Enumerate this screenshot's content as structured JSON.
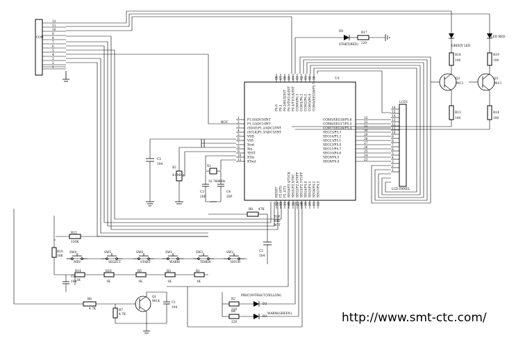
{
  "url": "http://www.smt-ctc.com/",
  "mcu": {
    "ref": "U1",
    "left_pins": [
      {
        "num": "1",
        "name": "P1.0/ADC0/INT"
      },
      {
        "num": "2",
        "name": "P1.1/ADC1/INT"
      },
      {
        "num": "3",
        "name": "(SDAT)P1.2/ADC2/INT"
      },
      {
        "num": "4",
        "name": "(SCLK)P1.3/ADC3/INT"
      },
      {
        "num": "5",
        "name": "VDD"
      },
      {
        "num": "6",
        "name": "VSS"
      },
      {
        "num": "7",
        "name": "Xout"
      },
      {
        "num": "8",
        "name": "Xin"
      },
      {
        "num": "9",
        "name": "TEST"
      },
      {
        "num": "10",
        "name": "XTin"
      },
      {
        "num": "11",
        "name": "XTout"
      }
    ],
    "top_pins": [
      {
        "num": "48",
        "name": "P0.0"
      },
      {
        "num": "47",
        "name": "P0.1"
      },
      {
        "num": "46",
        "name": "P0.2/BUZ/INT"
      },
      {
        "num": "45",
        "name": "P0.3/T0CLK/INT"
      },
      {
        "num": "44",
        "name": "P0.4/T1CLK/INT"
      },
      {
        "num": "43",
        "name": "COM0/P6.3"
      },
      {
        "num": "42",
        "name": "COM1/P6.2"
      },
      {
        "num": "41",
        "name": "COM2/P6.1"
      },
      {
        "num": "40",
        "name": "COM3/P6.0"
      },
      {
        "num": "39",
        "name": "COM4/SEG19/P5.7"
      }
    ],
    "right_pins": [
      {
        "num": "33",
        "name": "COM5/SEG18/P5.6"
      },
      {
        "num": "32",
        "name": "COM6/SEG17/P5.5"
      },
      {
        "num": "31",
        "name": "COM7/SEG16/P5.4"
      },
      {
        "num": "30",
        "name": "SEG15/P5.3"
      },
      {
        "num": "29",
        "name": "SEG14/P5.2"
      },
      {
        "num": "28",
        "name": "SEG13/P5.1"
      },
      {
        "num": "27",
        "name": "SEG12/P5.0"
      },
      {
        "num": "26",
        "name": "SEG11/P4.7"
      },
      {
        "num": "25",
        "name": "SEG10/P4.6"
      },
      {
        "num": "24",
        "name": "SEG9/P4.5"
      },
      {
        "num": "23",
        "name": "SEG8/P4.4"
      }
    ],
    "bottom_pins": [
      {
        "num": "12",
        "name": "RESET"
      },
      {
        "num": "13",
        "name": "P2.0/T0"
      },
      {
        "num": "14",
        "name": "P2.1/T1"
      },
      {
        "num": "15",
        "name": "SEG0/P2.4/T1CK"
      },
      {
        "num": "16",
        "name": "SEG1/P2.5/T0C"
      },
      {
        "num": "17",
        "name": "SEG2/P2.6/T0PP"
      },
      {
        "num": "18",
        "name": "SEG3/P2.7/T1PP"
      },
      {
        "num": "19",
        "name": "SEG4/P4.0"
      },
      {
        "num": "20",
        "name": "SEG5/P4.1"
      },
      {
        "num": "21",
        "name": "SEG6/P4.2"
      },
      {
        "num": "22",
        "name": "SEG7/P4.3"
      }
    ]
  },
  "lcd": {
    "ref": "LCD1",
    "label": "LCD PANEL",
    "pins": [
      "16",
      "15",
      "14",
      "13",
      "12",
      "11",
      "10",
      "9",
      "8",
      "7",
      "6",
      "5",
      "4",
      "3",
      "2",
      "1"
    ]
  },
  "con": {
    "label": "CON",
    "pins": [
      "12",
      "11",
      "10",
      "9",
      "8",
      "7",
      "6",
      "5",
      "4",
      "3",
      "2",
      "1"
    ]
  },
  "leds": {
    "d0_ref": "D0",
    "d0_label": "START(RED)",
    "green": "GREEN LED",
    "led_red": "LED RED",
    "d2_label": "PRECONTRACT(YELLOW)",
    "d3_label": "WARM(GREEN)",
    "d2_ref": "D2",
    "d3_ref": "D3"
  },
  "resistors": {
    "r17": "R17",
    "r17v": "220",
    "r18": "R18",
    "r18v": "100",
    "r19": "R19",
    "r19v": "100",
    "r13": "R13",
    "r13v": "100",
    "r14t": "R14",
    "r14tv": "100",
    "r8": "R8",
    "r8v": "47K",
    "r15": "R15",
    "r15v": "150K",
    "r10": "R10",
    "r10v": "10K",
    "r14": "R14",
    "r14v": "1K",
    "r16": "R16",
    "r16v": "1K",
    "r5": "R5",
    "r5v": "1K",
    "r3": "R3",
    "r3v": "1K",
    "r1": "R1",
    "r1v": "1K",
    "r6": "R6",
    "r6v": "4.7K",
    "r7": "R7",
    "r7v": "4.7K",
    "r2": "R2",
    "r2v": "220",
    "r4": "R4",
    "r4v": "220"
  },
  "transistors": {
    "q2": "Q2",
    "q2v": "9013",
    "q3": "Q3",
    "q3v": "9013",
    "q1": "Q1",
    "q1v": "9014"
  },
  "caps": {
    "c5": "C5",
    "c5v": "104",
    "c3": "C3",
    "c3v": "20P",
    "c4": "C4",
    "c4v": "20P",
    "c2": "C2",
    "c2v": "104",
    "c1": "C1",
    "c1v": "104",
    "c6": "C6",
    "c6v": "104"
  },
  "crystals": {
    "x2": "X2",
    "x2v": "4.0MHz",
    "x1": "X1",
    "x1v": "32.768KHz"
  },
  "switches": [
    {
      "ref": "SW4",
      "label": "MIN"
    },
    {
      "ref": "SW5",
      "label": "SELECT"
    },
    {
      "ref": "SW6",
      "label": "START"
    },
    {
      "ref": "SW1",
      "label": "WARM"
    },
    {
      "ref": "SW3",
      "label": "TIMER"
    },
    {
      "ref": "SW2",
      "label": "HOUR"
    }
  ],
  "nets": {
    "bot": "BOT",
    "top": "TOP",
    "mid": "MID",
    "bot2": "BOT"
  }
}
